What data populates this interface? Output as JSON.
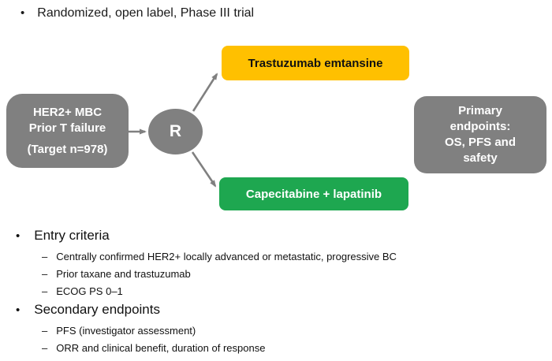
{
  "markers": {
    "bullet": "•",
    "dash": "–"
  },
  "top_bullet": "Randomized, open label, Phase III trial",
  "diagram": {
    "population_box": {
      "line1": "HER2+ MBC",
      "line2": "Prior T failure",
      "line3": "(Target n=978)"
    },
    "randomization_label": "R",
    "arm_top_label": "Trastuzumab emtansine",
    "arm_bottom_label": "Capecitabine + lapatinib",
    "endpoints_box": {
      "line1": "Primary",
      "line2": "endpoints:",
      "line3": "OS, PFS and",
      "line4": "safety"
    }
  },
  "sections": [
    {
      "title": "Entry criteria",
      "items": [
        "Centrally confirmed HER2+ locally advanced or metastatic, progressive BC",
        "Prior taxane and trastuzumab",
        "ECOG PS 0–1"
      ]
    },
    {
      "title": "Secondary endpoints",
      "items": [
        "PFS (investigator assessment)",
        "ORR and clinical benefit, duration of response"
      ]
    }
  ],
  "colors": {
    "arm_top_bg": "#FFC000",
    "arm_bottom_bg": "#1EA750",
    "node_gray": "#808080",
    "text_on_dark": "#FFFFFF",
    "text_dark": "#111111"
  }
}
